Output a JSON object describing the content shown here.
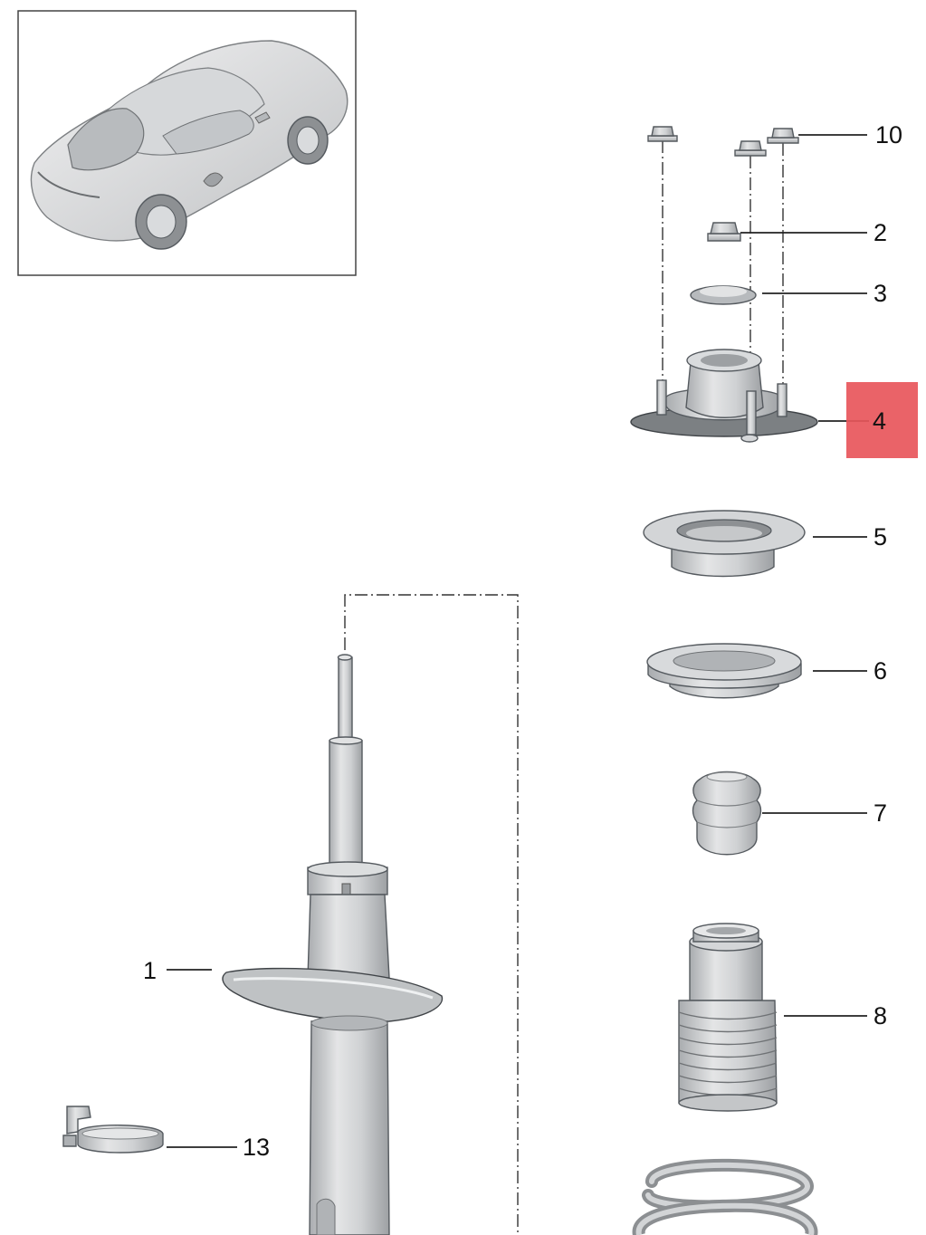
{
  "diagram": {
    "callouts": [
      {
        "id": "1",
        "label": "1",
        "highlighted": false
      },
      {
        "id": "2",
        "label": "2",
        "highlighted": false
      },
      {
        "id": "3",
        "label": "3",
        "highlighted": false
      },
      {
        "id": "4",
        "label": "4",
        "highlighted": true
      },
      {
        "id": "5",
        "label": "5",
        "highlighted": false
      },
      {
        "id": "6",
        "label": "6",
        "highlighted": false
      },
      {
        "id": "7",
        "label": "7",
        "highlighted": false
      },
      {
        "id": "8",
        "label": "8",
        "highlighted": false
      },
      {
        "id": "10",
        "label": "10",
        "highlighted": false
      },
      {
        "id": "13",
        "label": "13",
        "highlighted": false
      }
    ],
    "colors": {
      "highlight": "#e8565b",
      "part_fill": "#c9cbcd",
      "part_light": "#e3e4e5",
      "part_shadow": "#a7aaad",
      "frame": "#444444"
    },
    "thumbnail": {
      "subject": "car-thumbnail-icon"
    }
  }
}
